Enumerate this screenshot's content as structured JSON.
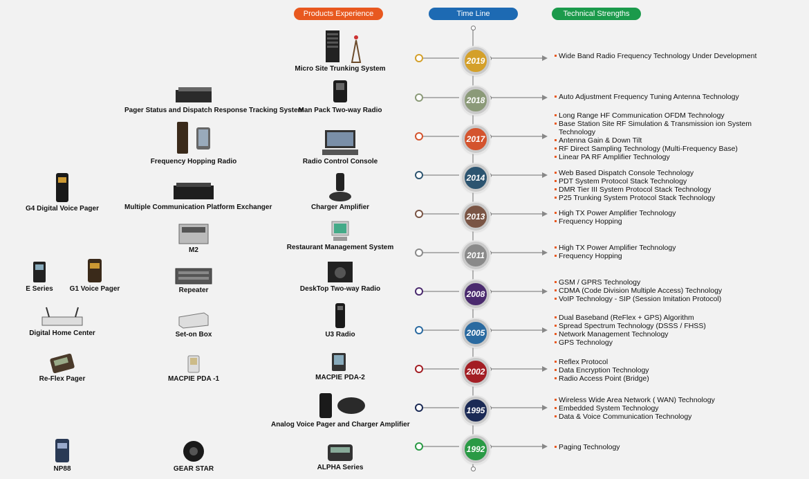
{
  "headers": {
    "products": "Products Experience",
    "timeline": "Time Line",
    "strengths": "Technical Strengths"
  },
  "products": {
    "micro_site": "Micro Site Trunking System",
    "pager_status": "Pager Status and Dispatch Response Tracking System",
    "man_pack": "Man Pack  Two-way Radio",
    "freq_hopping": "Frequency Hopping Radio",
    "radio_console": "Radio Control Console",
    "g4_pager": "G4 Digital Voice Pager",
    "multi_comm": "Multiple Communication Platform Exchanger",
    "charger_amp": "Charger Amplifier",
    "m2": "M2",
    "restaurant": "Restaurant Management System",
    "e_series": "E Series",
    "g1_pager": "G1 Voice Pager",
    "repeater": "Repeater",
    "desktop_radio": "DeskTop Two-way Radio",
    "home_center": "Digital Home Center",
    "set_on_box": "Set-on Box",
    "u3_radio": "U3 Radio",
    "reflex_pager": "Re-Flex Pager",
    "pda1": "MACPIE PDA -1",
    "pda2": "MACPIE PDA-2",
    "analog_pager": "Analog Voice Pager and Charger Amplifier",
    "np88": "NP88",
    "gear_star": "GEAR STAR",
    "alpha": "ALPHA Series"
  },
  "years": [
    {
      "year": "2019",
      "color": "#d4a02a",
      "ring": "#d4a02a",
      "items": [
        "Wide Band Radio Frequency Technology Under Development"
      ]
    },
    {
      "year": "2018",
      "color": "#8b9a78",
      "ring": "#8b9a78",
      "items": [
        "Auto Adjustment Frequency Tuning Antenna Technology"
      ]
    },
    {
      "year": "2017",
      "color": "#d4542e",
      "ring": "#d4542e",
      "items": [
        "Long Range HF Communication OFDM Technology",
        "Base Station Site RF Simulation & Transmission ion System Technology",
        "Antenna Gain & Down Tilt",
        "RF Direct Sampling Technology (Multi-Frequency Base)",
        "Linear PA RF Amplifier Technology"
      ]
    },
    {
      "year": "2014",
      "color": "#2c5470",
      "ring": "#2c5470",
      "items": [
        "Web Based Dispatch Console Technology",
        "PDT System Protocol Stack Technology",
        "DMR Tier III System Protocol Stack Technology",
        "P25 Trunking System Protocol Stack Technology"
      ]
    },
    {
      "year": "2013",
      "color": "#7a5545",
      "ring": "#7a5545",
      "items": [
        "High TX Power Amplifier Technology",
        "Frequency Hopping"
      ]
    },
    {
      "year": "2011",
      "color": "#8a8a8a",
      "ring": "#8a8a8a",
      "items": [
        "High TX Power Amplifier Technology",
        "Frequency Hopping"
      ]
    },
    {
      "year": "2008",
      "color": "#4a2a6e",
      "ring": "#4a2a6e",
      "items": [
        "GSM / GPRS Technology",
        "CDMA (Code Division Multiple Access) Technology",
        "VoIP Technology - SIP (Session Imitation Protocol)"
      ]
    },
    {
      "year": "2005",
      "color": "#2a6aa0",
      "ring": "#2a6aa0",
      "items": [
        "Dual Baseband (ReFlex + GPS) Algorithm",
        "Spread Spectrum Technology (DSSS / FHSS)",
        "Network Management Technology",
        "GPS Technology"
      ]
    },
    {
      "year": "2002",
      "color": "#a31e24",
      "ring": "#a31e24",
      "items": [
        "Reflex Protocol",
        "Data Encryption Technology",
        "Radio Access Point (Bridge)"
      ]
    },
    {
      "year": "1995",
      "color": "#1b2a55",
      "ring": "#1b2a55",
      "items": [
        "Wireless Wide Area Network ( WAN) Technology",
        "Embedded System Technology",
        "Data & Voice Communication Technology"
      ]
    },
    {
      "year": "1992",
      "color": "#2a9a45",
      "ring": "#2a9a45",
      "items": [
        "Paging Technology"
      ]
    }
  ]
}
